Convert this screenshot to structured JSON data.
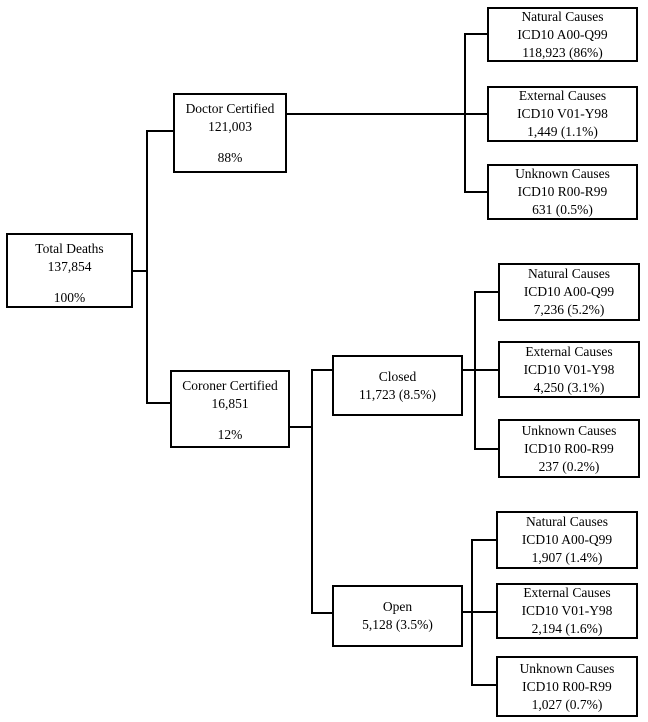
{
  "colors": {
    "box_border": "#000000",
    "box_fill": "#ffffff",
    "connector": "#000000",
    "text": "#000000",
    "page_background": "#ffffff"
  },
  "nodes": {
    "total_deaths": {
      "label": "Total Deaths",
      "value": "137,854",
      "percent": "100%"
    },
    "doctor_certified": {
      "label": "Doctor Certified",
      "value": "121,003",
      "percent": "88%"
    },
    "coroner_certified": {
      "label": "Coroner Certified",
      "value": "16,851",
      "percent": "12%"
    },
    "closed": {
      "label": "Closed",
      "value": "11,723 (8.5%)"
    },
    "open": {
      "label": "Open",
      "value": "5,128 (3.5%)"
    },
    "doctor_natural": {
      "label": "Natural Causes",
      "code": "ICD10 A00-Q99",
      "value": "118,923 (86%)"
    },
    "doctor_external": {
      "label": "External Causes",
      "code": "ICD10 V01-Y98",
      "value": "1,449 (1.1%)"
    },
    "doctor_unknown": {
      "label": "Unknown Causes",
      "code": "ICD10 R00-R99",
      "value": "631 (0.5%)"
    },
    "closed_natural": {
      "label": "Natural Causes",
      "code": "ICD10 A00-Q99",
      "value": "7,236 (5.2%)"
    },
    "closed_external": {
      "label": "External Causes",
      "code": "ICD10 V01-Y98",
      "value": "4,250 (3.1%)"
    },
    "closed_unknown": {
      "label": "Unknown Causes",
      "code": "ICD10 R00-R99",
      "value": "237 (0.2%)"
    },
    "open_natural": {
      "label": "Natural Causes",
      "code": "ICD10 A00-Q99",
      "value": "1,907 (1.4%)"
    },
    "open_external": {
      "label": "External Causes",
      "code": "ICD10 V01-Y98",
      "value": "2,194 (1.6%)"
    },
    "open_unknown": {
      "label": "Unknown Causes",
      "code": "ICD10 R00-R99",
      "value": "1,027 (0.7%)"
    }
  },
  "hierarchy": [
    {
      "parent": "Total Deaths",
      "children": [
        "Doctor Certified",
        "Coroner Certified"
      ]
    },
    {
      "parent": "Doctor Certified",
      "children": [
        "Natural Causes",
        "External Causes",
        "Unknown Causes"
      ]
    },
    {
      "parent": "Coroner Certified",
      "children": [
        "Closed",
        "Open"
      ]
    },
    {
      "parent": "Closed",
      "children": [
        "Natural Causes",
        "External Causes",
        "Unknown Causes"
      ]
    },
    {
      "parent": "Open",
      "children": [
        "Natural Causes",
        "External Causes",
        "Unknown Causes"
      ]
    }
  ]
}
